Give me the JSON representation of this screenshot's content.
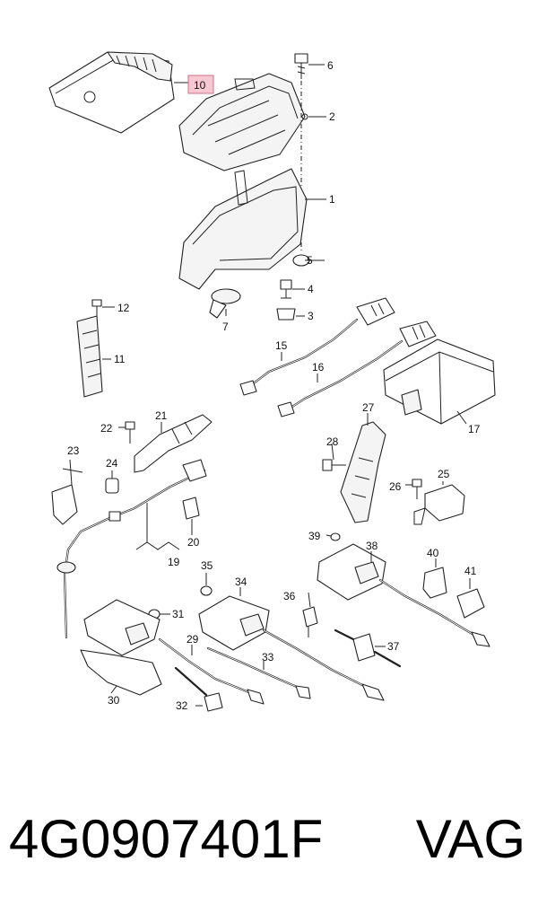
{
  "diagram": {
    "labels": {
      "p1": "1",
      "p2": "2",
      "p3": "3",
      "p4": "4",
      "p5": "5",
      "p6": "6",
      "p7": "7",
      "p10": "10",
      "p11": "11",
      "p12": "12",
      "p15": "15",
      "p16": "16",
      "p17": "17",
      "p19": "19",
      "p20": "20",
      "p21": "21",
      "p22": "22",
      "p23": "23",
      "p24": "24",
      "p25": "25",
      "p26": "26",
      "p27": "27",
      "p28": "28",
      "p29": "29",
      "p30": "30",
      "p31": "31",
      "p32": "32",
      "p33": "33",
      "p34": "34",
      "p35": "35",
      "p36": "36",
      "p37": "37",
      "p38": "38",
      "p39": "39",
      "p40": "40",
      "p41": "41"
    },
    "highlight_color": "#f7c8d2"
  },
  "footer": {
    "part_number": "4G0907401F",
    "brand": "VAG"
  }
}
